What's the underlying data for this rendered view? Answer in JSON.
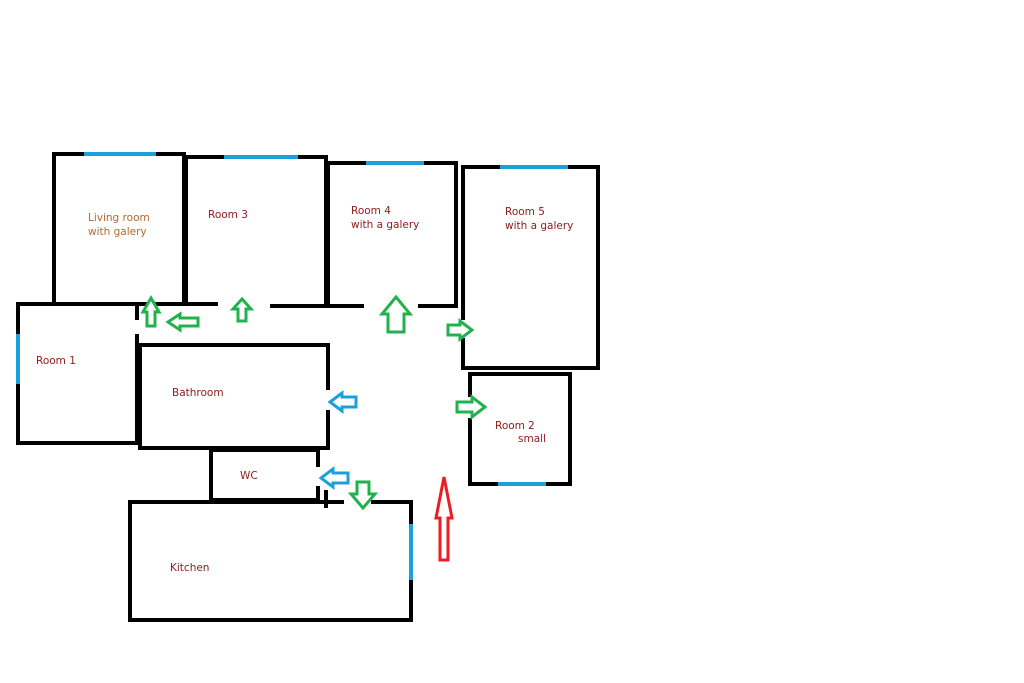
{
  "rooms": {
    "living_room": {
      "line1": "Living room",
      "line2": "with galery"
    },
    "room3": {
      "label": "Room 3"
    },
    "room4": {
      "line1": "Room 4",
      "line2": "with a galery"
    },
    "room5": {
      "line1": "Room 5",
      "line2": "with a galery"
    },
    "room1": {
      "label": "Room 1"
    },
    "bathroom": {
      "label": "Bathroom"
    },
    "wc": {
      "label": "WC"
    },
    "room2": {
      "line1": "Room",
      "line1b": "2",
      "line2": "small"
    },
    "kitchen": {
      "label": "Kitchen"
    }
  },
  "colors": {
    "wall": "#000000",
    "window": "#1ca0dc",
    "arrow_green": "#22b14c",
    "arrow_blue": "#1ca0dc",
    "arrow_red": "#ed1c24",
    "label_dark": "#8b1a1a",
    "label_brown": "#b7672a"
  }
}
